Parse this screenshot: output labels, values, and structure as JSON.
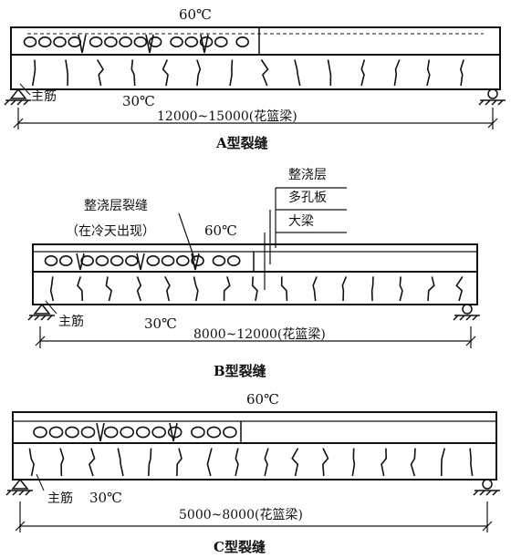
{
  "figure_a": {
    "top_temp": "60℃",
    "bottom_temp": "30℃",
    "rebar_label": "主筋",
    "span": "12000~15000(花篮梁)",
    "caption": "A型裂缝"
  },
  "figure_b": {
    "layers": [
      "整浇层",
      "多孔板",
      "大梁"
    ],
    "topping_crack": "整浇层裂缝",
    "topping_crack_note": "（在冷天出现）",
    "top_temp": "60℃",
    "bottom_temp": "30℃",
    "rebar_label": "主筋",
    "span": "8000~12000(花篮梁)",
    "caption": "B型裂缝"
  },
  "figure_c": {
    "top_temp": "60℃",
    "bottom_temp": "30℃",
    "rebar_label": "主筋",
    "span": "5000~8000(花篮梁)",
    "caption": "C型裂缝"
  }
}
